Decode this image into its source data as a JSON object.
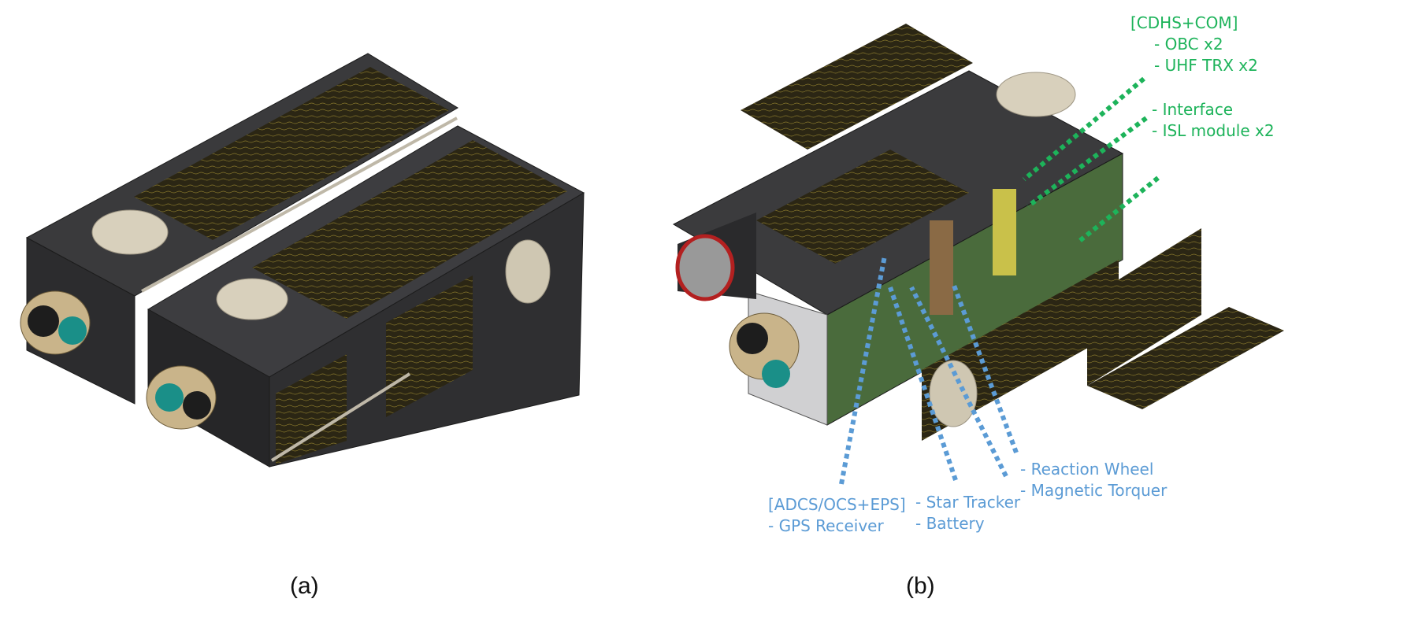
{
  "captions": {
    "a": "(a)",
    "b": "(b)"
  },
  "colors": {
    "green_label": "#1db35a",
    "blue_label": "#5b9bd5"
  },
  "labels": {
    "cdhs": {
      "header": "[CDHS+COM]",
      "items": [
        "- OBC x2",
        "- UHF TRX x2"
      ]
    },
    "interface": {
      "items": [
        "- Interface",
        "- ISL module x2"
      ]
    },
    "adcs": {
      "header": "[ADCS/OCS+EPS]",
      "items": [
        "- GPS Receiver"
      ]
    },
    "star": {
      "items": [
        "- Star Tracker",
        "- Battery"
      ]
    },
    "wheel": {
      "items": [
        "- Reaction Wheel",
        "- Magnetic Torquer"
      ]
    }
  }
}
